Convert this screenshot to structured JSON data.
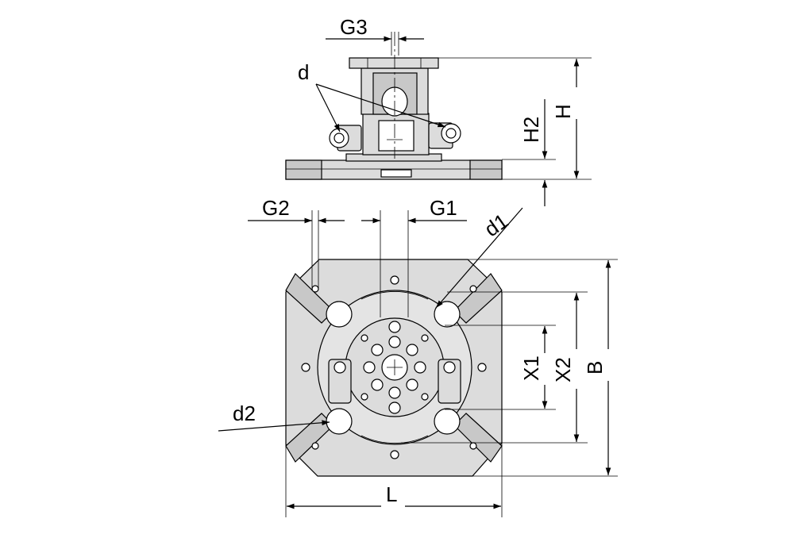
{
  "labels": {
    "g3": "G3",
    "d": "d",
    "h2": "H2",
    "h": "H",
    "g2": "G2",
    "g1": "G1",
    "d1": "d1",
    "x1": "X1",
    "x2": "X2",
    "b": "B",
    "d2": "d2",
    "l": "L"
  },
  "colors": {
    "part_fill": "#dcdcdc",
    "part_dark": "#c8c8c8",
    "line": "#000000",
    "background": "#ffffff"
  }
}
